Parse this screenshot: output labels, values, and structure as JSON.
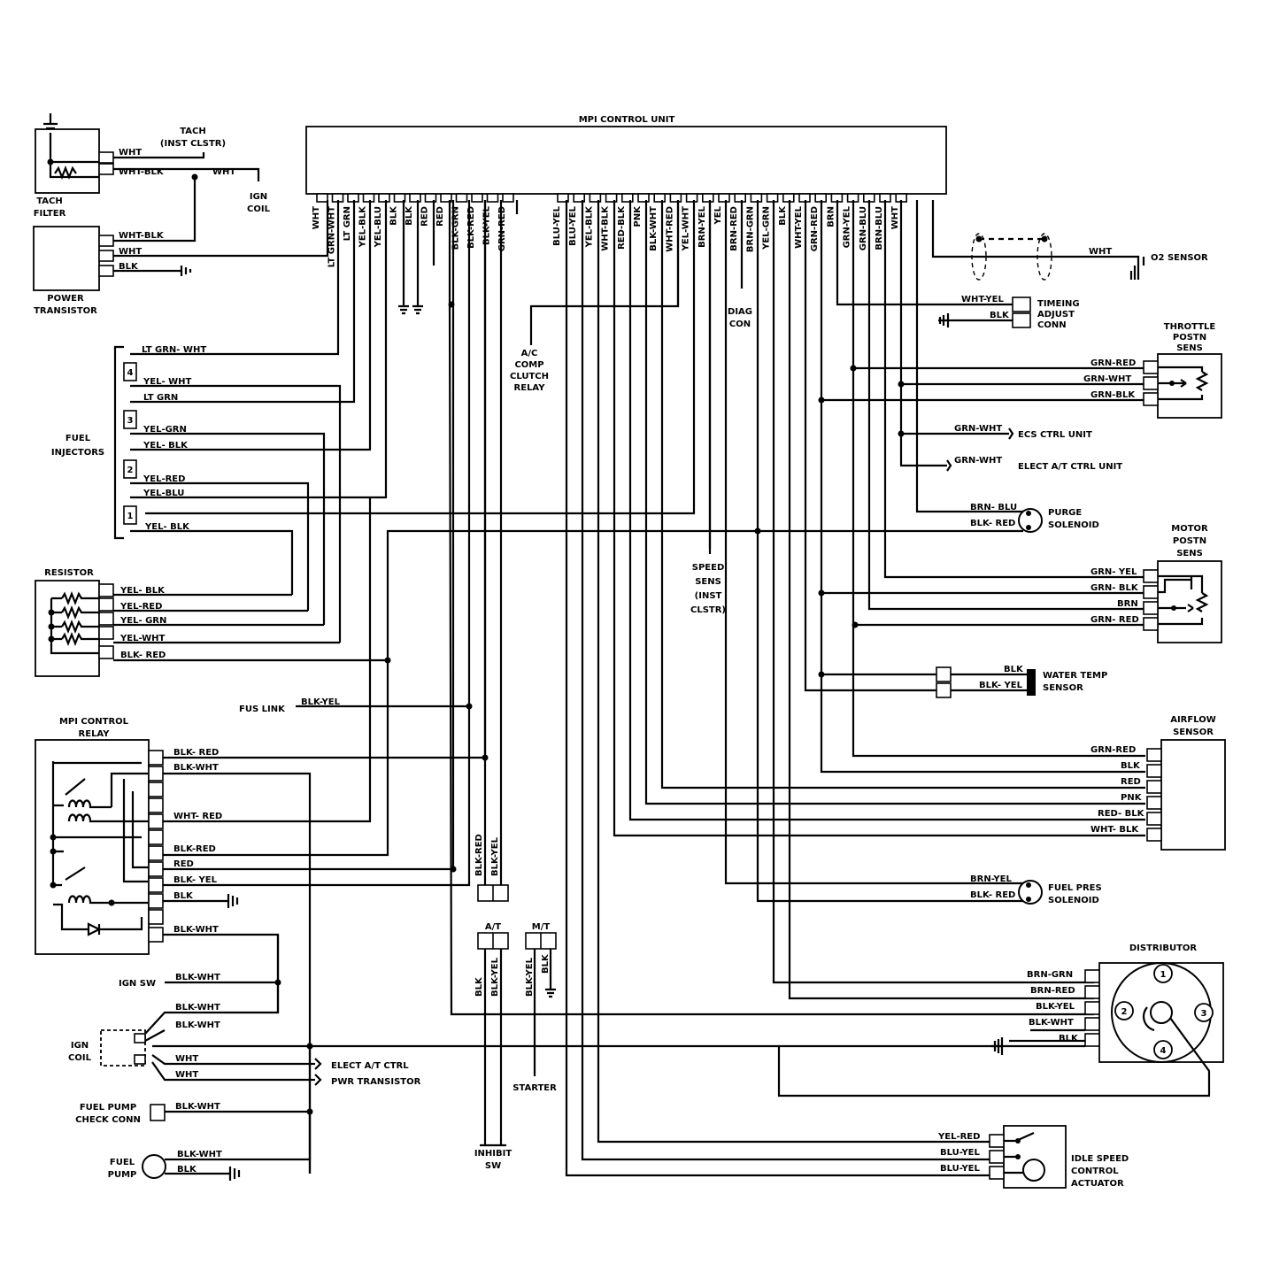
{
  "ecu": {
    "title": "MPI CONTROL UNIT"
  },
  "ecu_pins_left": [
    "WHT",
    "LT GRN-WHT",
    "LT GRN",
    "YEL-BLK",
    "YEL-BLU",
    "BLK",
    "BLK",
    "RED",
    "RED",
    "BLK-GRN",
    "BLK-RED",
    "BLK-YEL",
    "GRN-RED"
  ],
  "ecu_pins_right": [
    "BLU-YEL",
    "BLU-YEL",
    "YEL-BLK",
    "WHT-BLK",
    "RED-BLK",
    "PNK",
    "BLK-WHT",
    "WHT-RED",
    "YEL-WHT",
    "BRN-YEL",
    "YEL",
    "BRN-RED",
    "BRN-GRN",
    "YEL-GRN",
    "BLK",
    "WHT-YEL",
    "GRN-RED",
    "BRN",
    "GRN-YEL",
    "GRN-BLU",
    "BRN-BLU",
    "WHT"
  ],
  "tach": {
    "tach_label": [
      "TACH",
      "(INST CLSTR)"
    ],
    "filter_label": [
      "TACH",
      "FILTER"
    ],
    "wires": [
      "WHT",
      "WHT-BLK",
      "WHT"
    ],
    "ign_coil": [
      "IGN",
      "COIL"
    ]
  },
  "power_transistor": {
    "label": [
      "POWER",
      "TRANSISTOR"
    ],
    "wires": [
      "WHT-BLK",
      "WHT",
      "BLK"
    ]
  },
  "fuel_injectors": {
    "label": [
      "FUEL",
      "INJECTORS"
    ],
    "numbers": [
      "4",
      "3",
      "2",
      "1"
    ],
    "wires": [
      "LT GRN- WHT",
      "YEL- WHT",
      "LT GRN",
      "YEL-GRN",
      "YEL- BLK",
      "YEL-RED",
      "YEL-BLU",
      "YEL- BLK"
    ]
  },
  "resistor": {
    "label": "RESISTOR",
    "wires": [
      "YEL- BLK",
      "YEL-RED",
      "YEL- GRN",
      "YEL-WHT",
      "BLK- RED"
    ]
  },
  "fus_link": {
    "label": "FUS LINK",
    "wire": "BLK-YEL"
  },
  "mpi_relay": {
    "label": [
      "MPI CONTROL",
      "RELAY"
    ],
    "wires": [
      "BLK- RED",
      "BLK-WHT",
      "WHT- RED",
      "BLK-RED",
      "RED",
      "BLK- YEL",
      "BLK",
      "BLK-WHT"
    ]
  },
  "ign_sw": {
    "label": "IGN SW",
    "wire": "BLK-WHT"
  },
  "ign_coil": {
    "label": [
      "IGN",
      "COIL"
    ],
    "wires": [
      "BLK-WHT",
      "BLK-WHT",
      "WHT",
      "WHT"
    ]
  },
  "elect_at_ctrl": "ELECT A/T CTRL",
  "pwr_transistor": "PWR TRANSISTOR",
  "fuel_pump_check": {
    "label": [
      "FUEL PUMP",
      "CHECK CONN"
    ],
    "wire": "BLK-WHT"
  },
  "fuel_pump": {
    "label": [
      "FUEL",
      "PUMP"
    ],
    "wires": [
      "BLK-WHT",
      "BLK"
    ]
  },
  "ac_relay": [
    "A/C",
    "COMP",
    "CLUTCH",
    "RELAY"
  ],
  "diag": [
    "DIAG",
    "CON"
  ],
  "speed_sens": [
    "SPEED",
    "SENS",
    "(INST",
    "CLSTR)"
  ],
  "inhibit": {
    "at_label": "A/T",
    "mt_label": "M/T",
    "at_wires": [
      "BLK",
      "BLK-YEL"
    ],
    "mt_wires": [
      "BLK-YEL",
      "BLK"
    ],
    "upper_wires": [
      "BLK-RED",
      "BLK-YEL"
    ],
    "label": [
      "INHIBIT",
      "SW"
    ],
    "starter": "STARTER"
  },
  "o2": {
    "wire": "WHT",
    "label": "O2 SENSOR"
  },
  "timing_conn": {
    "label": [
      "TIMEING",
      "ADJUST",
      "CONN"
    ],
    "wires": [
      "WHT-YEL",
      "BLK"
    ]
  },
  "throttle": {
    "label": [
      "THROTTLE",
      "POSTN",
      "SENS"
    ],
    "wires": [
      "GRN-RED",
      "GRN-WHT",
      "GRN-BLK"
    ]
  },
  "ecs": {
    "wire": "GRN-WHT",
    "label": "ECS CTRL UNIT"
  },
  "elect_at_unit": {
    "wire": "GRN-WHT",
    "label": "ELECT A/T CTRL UNIT"
  },
  "purge": {
    "label": [
      "PURGE",
      "SOLENOID"
    ],
    "wires": [
      "BRN- BLU",
      "BLK- RED"
    ]
  },
  "motor_postn": {
    "label": [
      "MOTOR",
      "POSTN",
      "SENS"
    ],
    "wires": [
      "GRN- YEL",
      "GRN- BLK",
      "BRN",
      "GRN- RED"
    ]
  },
  "water_temp": {
    "label": [
      "WATER TEMP",
      "SENSOR"
    ],
    "wires": [
      "BLK",
      "BLK- YEL"
    ]
  },
  "airflow": {
    "label": [
      "AIRFLOW",
      "SENSOR"
    ],
    "wires": [
      "GRN-RED",
      "BLK",
      "RED",
      "PNK",
      "RED- BLK",
      "WHT- BLK"
    ]
  },
  "fuel_pres": {
    "label": [
      "FUEL PRES",
      "SOLENOID"
    ],
    "wires": [
      "BRN-YEL",
      "BLK- RED"
    ]
  },
  "distributor": {
    "label": "DISTRIBUTOR",
    "numbers": [
      "1",
      "2",
      "3",
      "4"
    ],
    "wires": [
      "BRN-GRN",
      "BRN-RED",
      "BLK-YEL",
      "BLK-WHT",
      "BLK"
    ]
  },
  "isc": {
    "label": [
      "IDLE SPEED",
      "CONTROL",
      "ACTUATOR"
    ],
    "wires": [
      "YEL-RED",
      "BLU-YEL",
      "BLU-YEL"
    ]
  }
}
